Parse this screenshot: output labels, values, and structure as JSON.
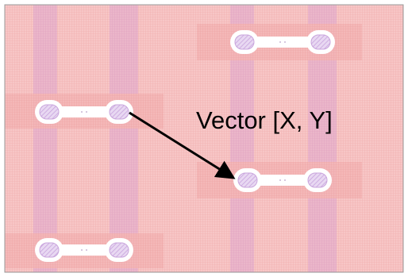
{
  "annotation": {
    "text": "Vector [X, Y]"
  },
  "colors": {
    "background": "#ffffff",
    "substrate": "#f7c6c6",
    "substrate_grid": "#f0a9a9",
    "vertical_band": "#e7b0c8",
    "vertical_band_grid": "#d99ac0",
    "horizontal_band": "#f4b8b8",
    "pad_fill": "#ffffff",
    "pad_hatch": "#d6b8e8",
    "pad_outline": "#c9a4dc",
    "arrow": "#000000",
    "border": "#9a9a9a"
  },
  "icons": {
    "connector": "dumbbell-pad-connector",
    "arrow": "vector-arrow"
  }
}
